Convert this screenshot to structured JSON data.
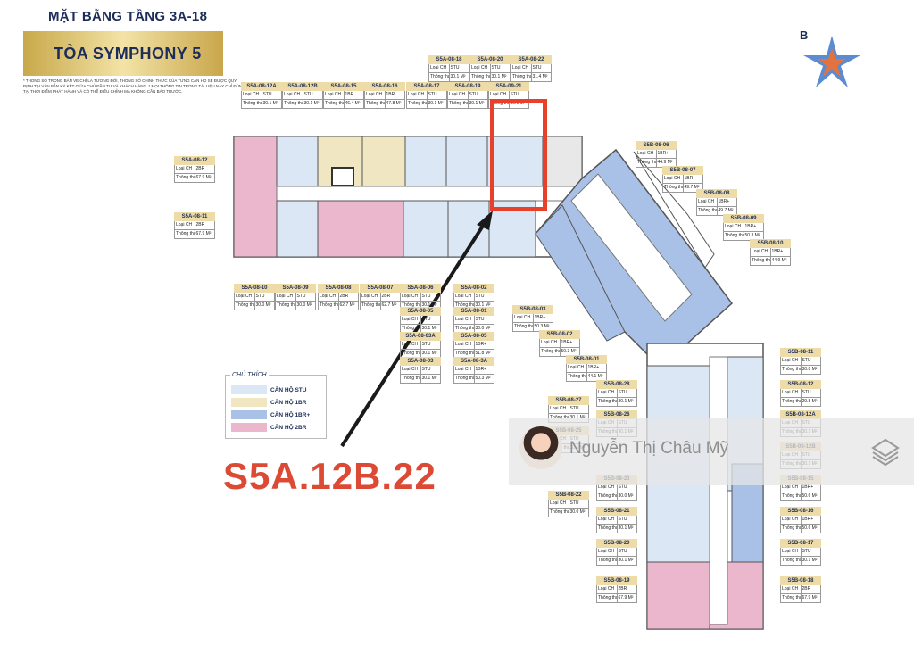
{
  "header": {
    "floor_title": "MẶT BẰNG TẦNG 3A-18",
    "tower_title": "TÒA SYMPHONY 5",
    "notes": "* THÔNG SỐ TRONG BẢN VẼ CHỈ LÀ TƯƠNG ĐỐI, THÔNG SỐ CHÍNH THỨC CỦA TỪNG CĂN HỘ SẼ ĐƯỢC QUY ĐỊNH TẠI VĂN BẢN KÝ KẾT GIỮA CHỦ ĐẦU TƯ VÀ KHÁCH HÀNG. * MỌI THÔNG TIN TRONG TÀI LIỆU NÀY CHỈ ĐÚNG TẠI THỜI ĐIỂM PHÁT HÀNH VÀ CÓ THỂ ĐIỀU CHỈNH MÀ KHÔNG CẦN BÁO TRƯỚC.",
    "logo_letter": "B"
  },
  "field_labels": {
    "type": "Loại CH",
    "area": "Thông thủy"
  },
  "units": [
    {
      "code": "S5A-08-18",
      "type": "STU",
      "area": "30.1 M²"
    },
    {
      "code": "S5A-08-20",
      "type": "STU",
      "area": "30.1 M²"
    },
    {
      "code": "S5A-08-22",
      "type": "STU",
      "area": "31.4 M²"
    },
    {
      "code": "S5A-08-12A",
      "type": "STU",
      "area": "30.1 M²"
    },
    {
      "code": "S5A-08-12B",
      "type": "STU",
      "area": "30.1 M²"
    },
    {
      "code": "S5A-08-15",
      "type": "1BR",
      "area": "46.4 M²"
    },
    {
      "code": "S5A-08-16",
      "type": "1BR",
      "area": "47.8 M²"
    },
    {
      "code": "S5A-08-17",
      "type": "STU",
      "area": "30.1 M²"
    },
    {
      "code": "S5A-08-19",
      "type": "STU",
      "area": "30.1 M²"
    },
    {
      "code": "S5A-09-21",
      "type": "STU",
      "area": "30.1 M²"
    },
    {
      "code": "S5A-08-12",
      "type": "2BR",
      "area": "67.9 M²"
    },
    {
      "code": "S5A-08-11",
      "type": "2BR",
      "area": "67.9 M²"
    },
    {
      "code": "S5A-08-10",
      "type": "STU",
      "area": "30.0 M²"
    },
    {
      "code": "S5A-08-09",
      "type": "STU",
      "area": "30.0 M²"
    },
    {
      "code": "S5A-08-08",
      "type": "2BR",
      "area": "62.7 M²"
    },
    {
      "code": "S5A-08-07",
      "type": "2BR",
      "area": "62.7 M²"
    },
    {
      "code": "S5A-08-06",
      "type": "STU",
      "area": "30.1 M²"
    },
    {
      "code": "S5A-08-02",
      "type": "STU",
      "area": "30.1 M²"
    },
    {
      "code": "S5A-08-05",
      "type": "STU",
      "area": "30.1 M²"
    },
    {
      "code": "S5A-08-01",
      "type": "STU",
      "area": "30.0 M²"
    },
    {
      "code": "S5A-08-03A",
      "type": "STU",
      "area": "30.1 M²"
    },
    {
      "code": "S5A-08-05",
      "type": "1BR+",
      "area": "51.8 M²"
    },
    {
      "code": "S5A-08-03",
      "type": "STU",
      "area": "30.1 M²"
    },
    {
      "code": "S5A-08-3A",
      "type": "1BR+",
      "area": "50.3 M²"
    },
    {
      "code": "S5B-08-06",
      "type": "1BR+",
      "area": "44.9 M²"
    },
    {
      "code": "S5B-08-07",
      "type": "1BR+",
      "area": "49.7 M²"
    },
    {
      "code": "S5B-08-08",
      "type": "1BR+",
      "area": "49.7 M²"
    },
    {
      "code": "S5B-08-09",
      "type": "1BR+",
      "area": "50.3 M²"
    },
    {
      "code": "S5B-08-10",
      "type": "1BR+",
      "area": "44.9 M²"
    },
    {
      "code": "S5B-08-03",
      "type": "1BR+",
      "area": "50.3 M²"
    },
    {
      "code": "S5B-08-02",
      "type": "1BR+",
      "area": "50.3 M²"
    },
    {
      "code": "S5B-08-01",
      "type": "1BR+",
      "area": "44.1 M²"
    },
    {
      "code": "S5B-08-28",
      "type": "STU",
      "area": "30.1 M²"
    },
    {
      "code": "S5B-08-27",
      "type": "STU",
      "area": "30.1 M²"
    },
    {
      "code": "S5B-08-26",
      "type": "STU",
      "area": "30.1 M²"
    },
    {
      "code": "S5B-08-25",
      "type": "STU",
      "area": "30.1 M²"
    },
    {
      "code": "S5B-08-23",
      "type": "STU",
      "area": "30.0 M²"
    },
    {
      "code": "S5B-08-22",
      "type": "STU",
      "area": "30.0 M²"
    },
    {
      "code": "S5B-08-21",
      "type": "STU",
      "area": "30.1 M²"
    },
    {
      "code": "S5B-08-20",
      "type": "STU",
      "area": "30.1 M²"
    },
    {
      "code": "S5B-08-19",
      "type": "2BR",
      "area": "67.9 M²"
    },
    {
      "code": "S5B-08-11",
      "type": "STU",
      "area": "30.8 M²"
    },
    {
      "code": "S5B-08-12",
      "type": "STU",
      "area": "29.8 M²"
    },
    {
      "code": "S5B-08-12A",
      "type": "STU",
      "area": "30.1 M²"
    },
    {
      "code": "S5B-08-12B",
      "type": "STU",
      "area": "30.1 M²"
    },
    {
      "code": "S5B-08-15",
      "type": "1BR+",
      "area": "50.6 M²"
    },
    {
      "code": "S5B-08-16",
      "type": "1BR+",
      "area": "50.6 M²"
    },
    {
      "code": "S5B-08-17",
      "type": "STU",
      "area": "30.1 M²"
    },
    {
      "code": "S5B-08-18",
      "type": "2BR",
      "area": "67.9 M²"
    }
  ],
  "legend": {
    "title": "CHÚ THÍCH",
    "items": [
      {
        "label": "CĂN HỘ STU",
        "color": "#dbe7f5"
      },
      {
        "label": "CĂN HỘ 1BR",
        "color": "#f1e6c2"
      },
      {
        "label": "CĂN HỘ 1BR+",
        "color": "#a9c1e6"
      },
      {
        "label": "CĂN HỘ 2BR",
        "color": "#eab7cc"
      }
    ]
  },
  "highlight": {
    "label": "S5A.12B.22",
    "color": "#e8412b"
  },
  "watermark": {
    "name": "Nguyễn Thị Châu Mỹ",
    "icon": "stacked-layers-icon"
  }
}
